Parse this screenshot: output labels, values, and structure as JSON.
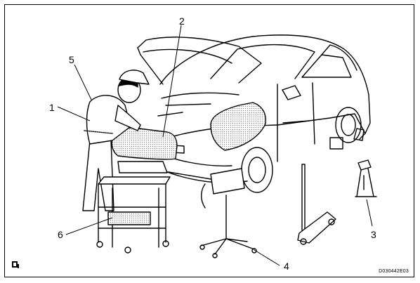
{
  "callouts": [
    "1",
    "2",
    "3",
    "4",
    "5",
    "6"
  ],
  "figure_code": "D030442E03",
  "colors": {
    "ink": "#000000",
    "paper": "#ffffff",
    "shade": "#bdbdbd"
  },
  "icons": {
    "corner": "manual-symbol-icon"
  }
}
